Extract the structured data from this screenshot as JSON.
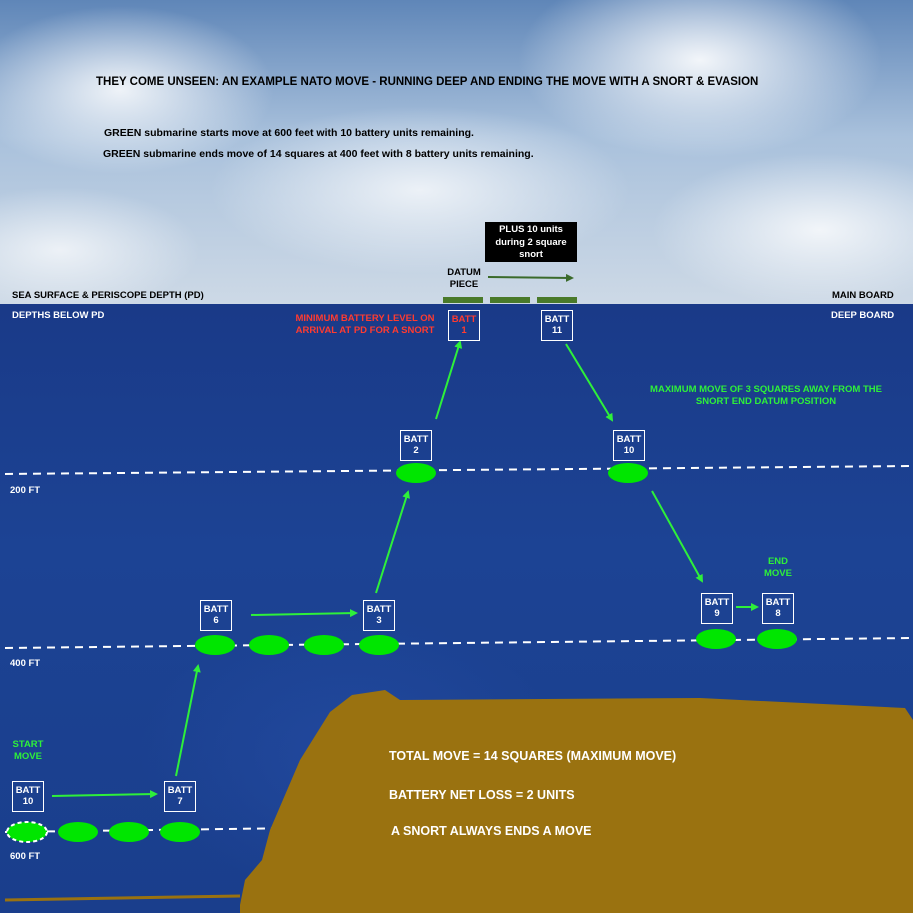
{
  "title": "THEY COME UNSEEN: AN EXAMPLE NATO MOVE - RUNNING DEEP AND ENDING THE MOVE WITH A SNORT & EVASION",
  "info_lines": [
    "GREEN submarine starts move at 600 feet with 10 battery units remaining.",
    "GREEN submarine ends move of 14 squares at 400 feet with 8 battery units remaining."
  ],
  "snort_box": "PLUS 10 units during 2 square snort",
  "datum_label": "DATUM PIECE",
  "surface_left": "SEA SURFACE & PERISCOPE DEPTH (PD)",
  "surface_right": "MAIN BOARD",
  "depths_left": "DEPTHS BELOW PD",
  "depths_right": "DEEP BOARD",
  "min_battery_note": "MINIMUM BATTERY LEVEL ON ARRIVAL AT PD FOR A SNORT",
  "max_move_note": "MAXIMUM MOVE OF 3 SQUARES AWAY FROM THE SNORT END DATUM POSITION",
  "depth_200": "200 FT",
  "depth_400": "400 FT",
  "depth_600": "600 FT",
  "start_move": "START MOVE",
  "end_move": "END MOVE",
  "batt_label": "BATT",
  "batteries": {
    "b10_start": "10",
    "b7": "7",
    "b6": "6",
    "b3": "3",
    "b2": "2",
    "b1": "1",
    "b11": "11",
    "b10_desc": "10",
    "b9": "9",
    "b8": "8"
  },
  "summary": {
    "total_move": "TOTAL MOVE = 14 SQUARES (MAXIMUM MOVE)",
    "battery_loss": "BATTERY NET LOSS = 2 UNITS",
    "snort_rule": "A SNORT ALWAYS ENDS A MOVE"
  },
  "colors": {
    "sub_green": "#00e600",
    "arrow_green": "#2ef03a",
    "summary_brown": "#9a7210",
    "datum_green": "#4a7a2a"
  }
}
